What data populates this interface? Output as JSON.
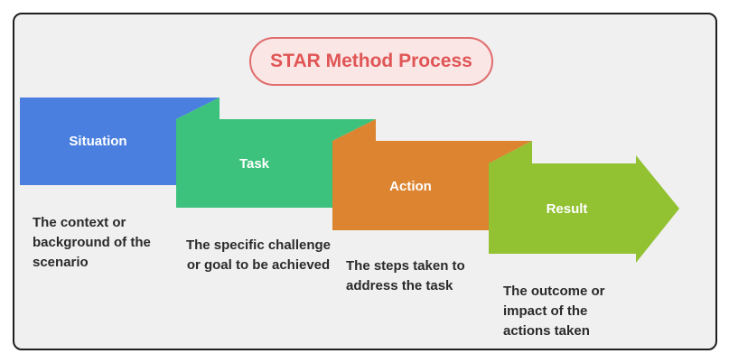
{
  "title": "STAR Method Process",
  "colors": {
    "situation": "#4a7fe0",
    "task": "#3cc27c",
    "action": "#dc8430",
    "result": "#92c131",
    "title_text": "#e05555",
    "title_border": "#e06c6c",
    "title_fill": "#fbe6e6"
  },
  "steps": [
    {
      "label": "Situation",
      "description": "The context or background of the scenario"
    },
    {
      "label": "Task",
      "description": "The specific challenge or goal to be achieved"
    },
    {
      "label": "Action",
      "description": "The steps taken to address the task"
    },
    {
      "label": "Result",
      "description": "The outcome or impact of the actions taken"
    }
  ]
}
